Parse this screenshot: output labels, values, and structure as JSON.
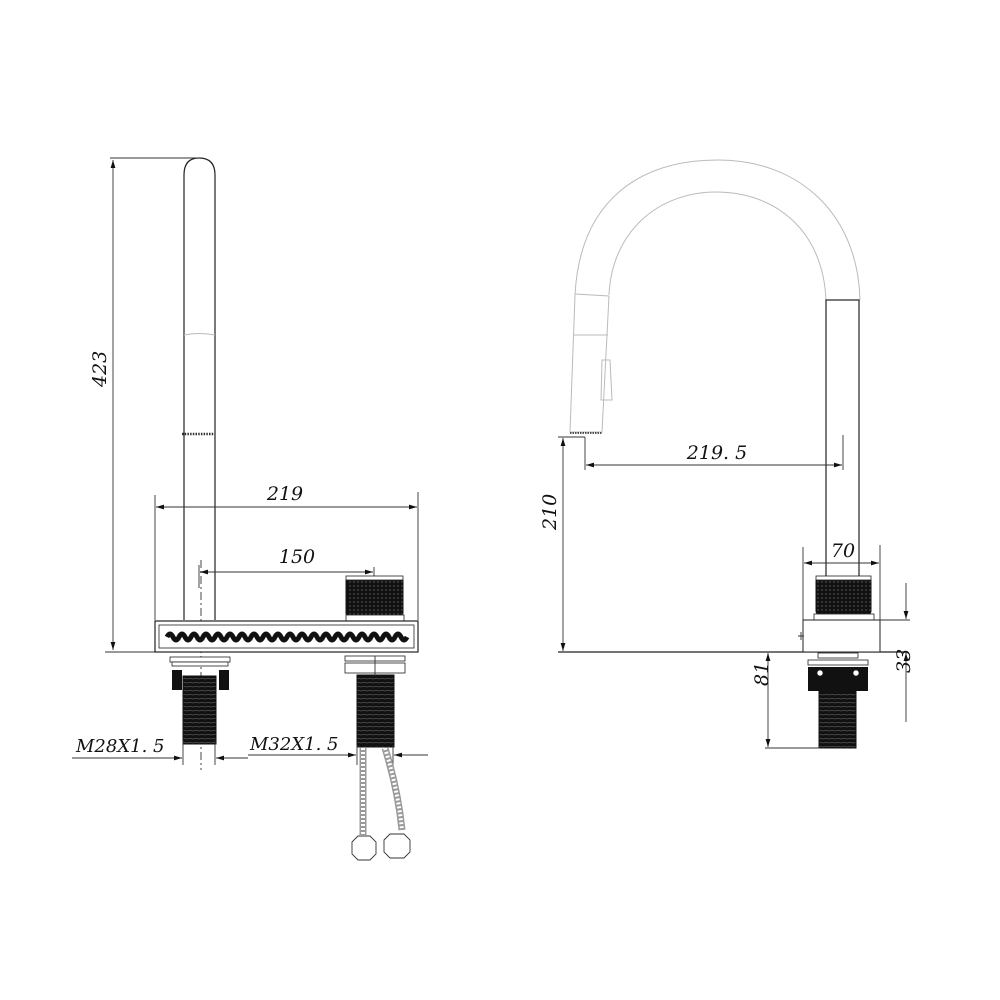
{
  "drawing": {
    "title": "Pull-down kitchen faucet dimension drawing",
    "line_color": "#222222",
    "background": "#ffffff",
    "views": [
      {
        "name": "front-view",
        "dimensions": {
          "height_total": "423",
          "base_width": "219",
          "handle_offset": "150",
          "inlet_thread": "M28X1.5",
          "outlet_thread": "M32X1.5"
        }
      },
      {
        "name": "side-view",
        "dimensions": {
          "reach": "219.5",
          "spout_height": "210",
          "handle_width": "70",
          "base_height": "33",
          "shank_length": "81"
        }
      }
    ]
  },
  "labels": {
    "d423": "423",
    "d219": "219",
    "d150": "150",
    "m28": "M28X1. 5",
    "m32": "M32X1. 5",
    "d2195": "219. 5",
    "d210": "210",
    "d70": "70",
    "d33": "33",
    "d81": "81"
  }
}
